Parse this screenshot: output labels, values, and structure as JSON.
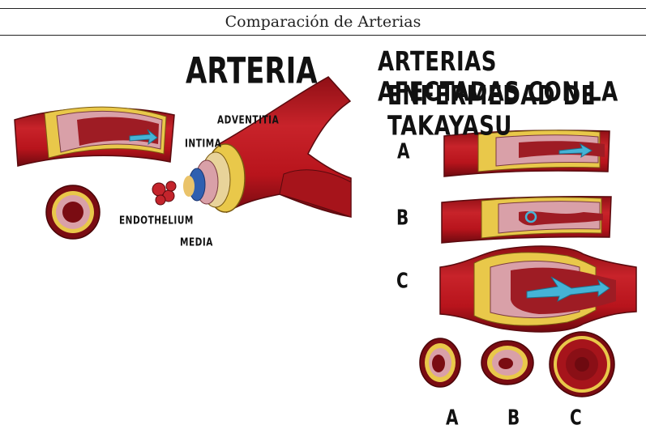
{
  "header": {
    "title": "Comparación de Arterias"
  },
  "left": {
    "title": "ARTERIA",
    "labels": {
      "adventitia": "ADVENTITIA",
      "intima": "INTIMA",
      "endothelium": "ENDOTHELIUM",
      "media": "MEDIA"
    }
  },
  "right": {
    "title_line1": "ARTERIAS AFECTADAS CON LA",
    "title_line2": "ENFERMEDAD DE TAKAYASU",
    "rows": [
      "A",
      "B",
      "C"
    ],
    "cross_sections": [
      "A",
      "B",
      "C"
    ]
  },
  "colors": {
    "artery_red": "#b8141c",
    "dark_red": "#7a0c12",
    "yellow_layer": "#e9c84a",
    "pink_lumen": "#d9a0a8",
    "blue_flow": "#45b3d6",
    "endothelium_blue": "#2f5fb0"
  }
}
